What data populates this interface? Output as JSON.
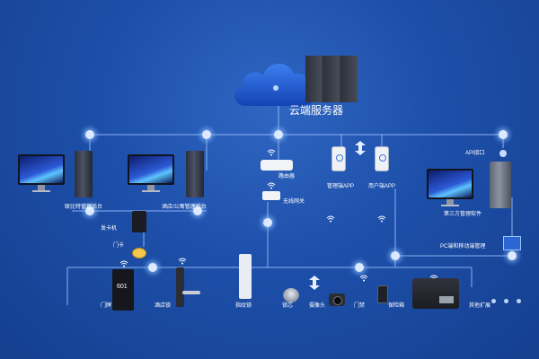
{
  "labels": {
    "cloud_server": "云端服务器",
    "hq_backend": "联比特管理后台",
    "hotel_backend": "酒店/公寓管理后台",
    "router": "路由器",
    "wireless_gateway": "无线网关",
    "mgmt_app": "管理端APP",
    "user_app": "用户端APP",
    "api": "API接口",
    "third_party": "第三方管理软件",
    "pc_mobile_mgmt": "PC端和移动端管理",
    "card_issuer": "发卡机",
    "door_card": "门卡",
    "door_sign": "门牌",
    "hotel_lock": "酒店锁",
    "fingerprint_lock": "指纹锁",
    "lock_cylinder": "锁芯",
    "camera": "摄像头",
    "access_control": "门禁",
    "safe": "保险箱",
    "more_ext": "其他扩展",
    "door_number": "601"
  },
  "colors": {
    "background": "#1d4fa9",
    "line": "#9ec3ff",
    "hub": "#dce9ff",
    "text": "#ffffff"
  },
  "icons": [
    "cloud-icon",
    "wifi-icon",
    "bidirectional-arrow-icon",
    "hub-node-icon"
  ]
}
